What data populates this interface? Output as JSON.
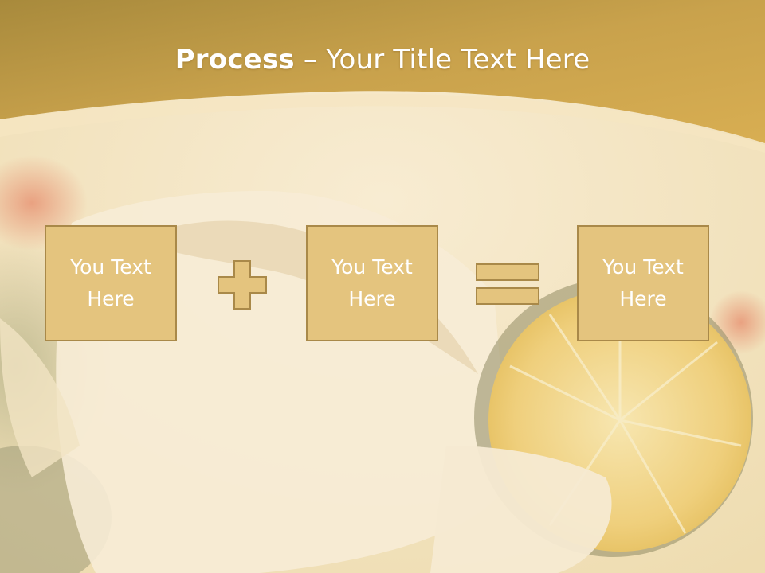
{
  "slide": {
    "title_bold": "Process",
    "title_rest": " – Your Title Text Here",
    "boxes": [
      {
        "text": "You Text\nHere"
      },
      {
        "text": "You Text\nHere"
      },
      {
        "text": "You Text\nHere"
      }
    ],
    "operators": [
      "plus-icon",
      "equals-icon"
    ]
  },
  "colors": {
    "header": "#c8a24e",
    "box_fill": "#e4c47e",
    "box_border": "#a98949",
    "text": "#ffffff"
  }
}
